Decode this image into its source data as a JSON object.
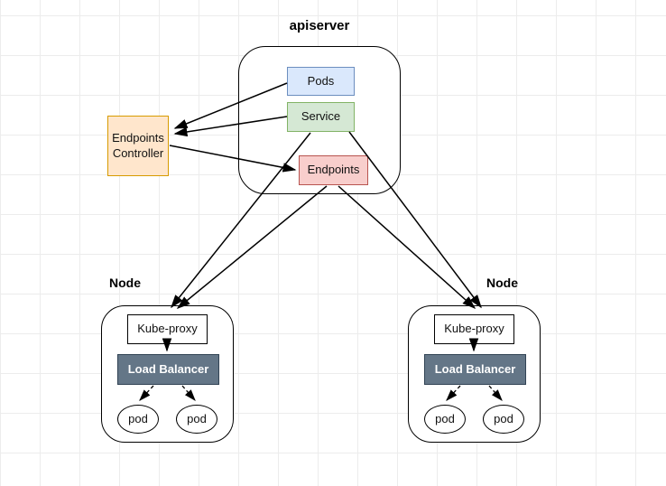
{
  "diagram": {
    "apiserver": {
      "title": "apiserver",
      "pods": "Pods",
      "service": "Service",
      "endpoints": "Endpoints"
    },
    "endpoints_controller": {
      "label": "Endpoints Controller"
    },
    "nodes": [
      {
        "label": "Node",
        "kube_proxy": "Kube-proxy",
        "load_balancer": "Load Balancer",
        "pods": [
          "pod",
          "pod"
        ]
      },
      {
        "label": "Node",
        "kube_proxy": "Kube-proxy",
        "load_balancer": "Load Balancer",
        "pods": [
          "pod",
          "pod"
        ]
      }
    ],
    "edges": [
      {
        "from": "Pods",
        "to": "Endpoints Controller",
        "style": "solid-arrow"
      },
      {
        "from": "Service",
        "to": "Endpoints Controller",
        "style": "solid-arrow"
      },
      {
        "from": "Endpoints Controller",
        "to": "Endpoints",
        "style": "solid-arrow"
      },
      {
        "from": "Service",
        "to": "Kube-proxy (left Node)",
        "style": "solid-arrow"
      },
      {
        "from": "Endpoints",
        "to": "Kube-proxy (left Node)",
        "style": "solid-arrow"
      },
      {
        "from": "Endpoints",
        "to": "Kube-proxy (right Node)",
        "style": "solid-arrow"
      },
      {
        "from": "Service",
        "to": "Kube-proxy (right Node)",
        "style": "solid-arrow"
      },
      {
        "from": "Kube-proxy (left Node)",
        "to": "Load Balancer (left Node)",
        "style": "solid-arrow"
      },
      {
        "from": "Kube-proxy (right Node)",
        "to": "Load Balancer (right Node)",
        "style": "solid-arrow"
      },
      {
        "from": "Load Balancer (left Node)",
        "to": "pod 1 (left Node)",
        "style": "dashed-arrow"
      },
      {
        "from": "Load Balancer (left Node)",
        "to": "pod 2 (left Node)",
        "style": "dashed-arrow"
      },
      {
        "from": "Load Balancer (right Node)",
        "to": "pod 1 (right Node)",
        "style": "dashed-arrow"
      },
      {
        "from": "Load Balancer (right Node)",
        "to": "pod 2 (right Node)",
        "style": "dashed-arrow"
      }
    ],
    "colors": {
      "pods_fill": "#dae8fc",
      "pods_stroke": "#6c8ebf",
      "service_fill": "#d5e8d4",
      "service_stroke": "#82b366",
      "endpoints_fill": "#f8cecc",
      "endpoints_stroke": "#b85450",
      "controller_fill": "#ffe6cc",
      "controller_stroke": "#d79b00",
      "load_balancer_fill": "#647687",
      "load_balancer_stroke": "#314354",
      "edge_stroke": "#000000",
      "grid_line": "#ececec",
      "canvas_bg": "#ffffff"
    }
  }
}
